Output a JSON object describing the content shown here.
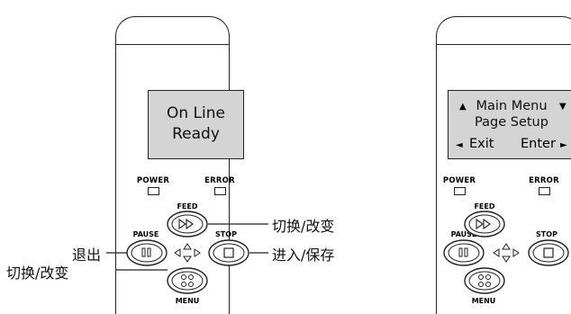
{
  "left_panel": {
    "lcd_line1": "On Line",
    "lcd_line2": "Ready",
    "power_label": "POWER",
    "error_label": "ERROR",
    "feed_label": "FEED",
    "pause_label": "PAUSE",
    "stop_label": "STOP",
    "menu_label": "MENU"
  },
  "right_panel": {
    "lcd_line1": "Main Menu",
    "lcd_line2": "Page Setup",
    "exit_label": "Exit",
    "enter_label": "Enter",
    "power_label": "POWER",
    "error_label": "ERROR",
    "feed_label": "FEED",
    "pause_label": "PAUSE",
    "stop_label": "STOP",
    "menu_label": "MENU"
  },
  "callouts": {
    "feed": "切换/改变",
    "pause": "退出",
    "stop": "进入/保存",
    "menu": "切换/改变"
  }
}
